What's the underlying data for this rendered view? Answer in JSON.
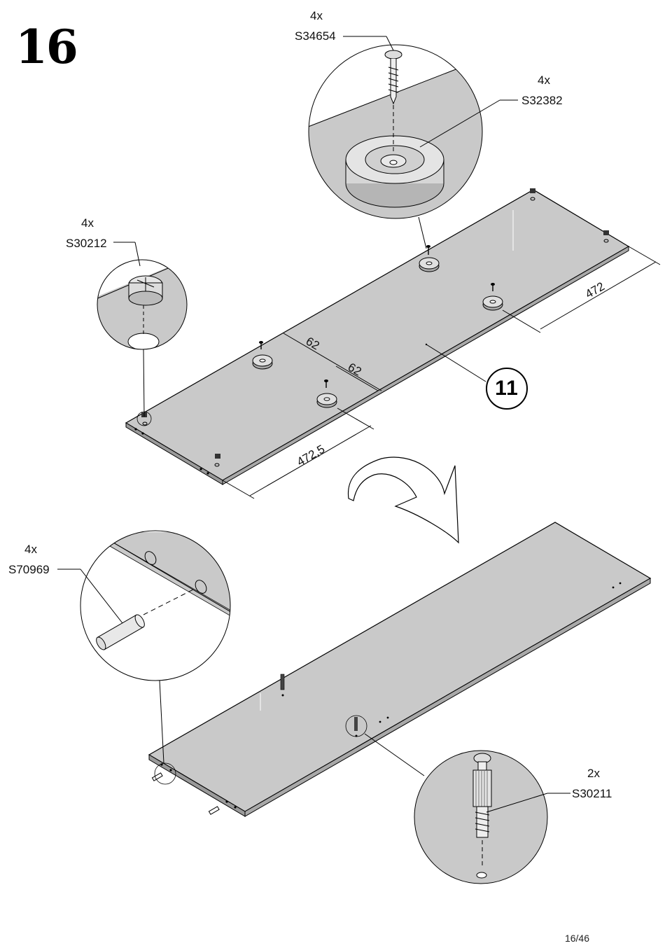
{
  "step": {
    "number": "16"
  },
  "parts": {
    "screw": {
      "qty": "4x",
      "code": "S34654"
    },
    "glide": {
      "qty": "4x",
      "code": "S32382"
    },
    "cam_lock": {
      "qty": "4x",
      "code": "S30212"
    },
    "dowel": {
      "qty": "4x",
      "code": "S70969"
    },
    "cam_bolt": {
      "qty": "2x",
      "code": "S30211"
    }
  },
  "panel_label": "11",
  "dimensions": {
    "width_right": "472",
    "offset_a": "62",
    "offset_b": "62",
    "width_left": "472,5"
  },
  "footer": {
    "page": "16/46"
  },
  "colors": {
    "panel": "#c9c9c9",
    "panel_edge": "#8e8e8e",
    "detail_bg": "#d0d0d0",
    "ink": "#000000"
  }
}
